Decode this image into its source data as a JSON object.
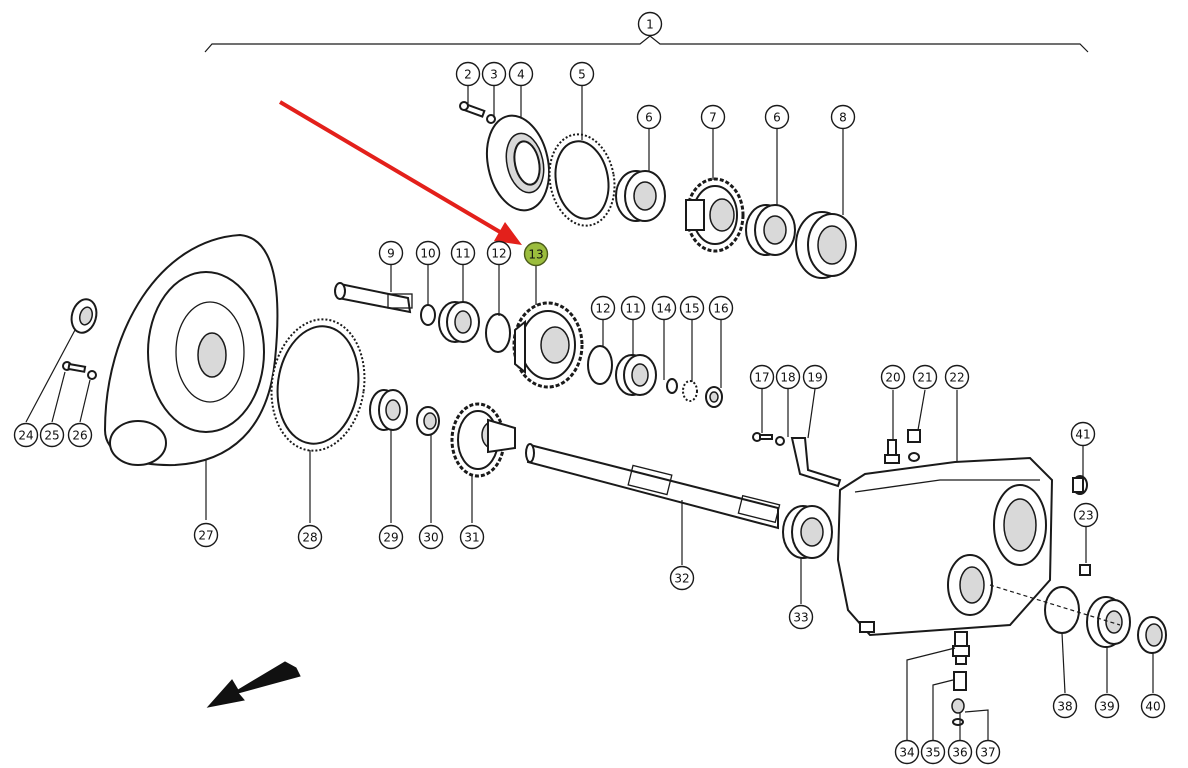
{
  "diagram": {
    "highlight_color": "#9bbd3d",
    "arrow_color": "#e3201b",
    "highlighted_part": "13",
    "callouts": [
      {
        "id": "c1",
        "label": "1"
      },
      {
        "id": "c2",
        "label": "2"
      },
      {
        "id": "c3",
        "label": "3"
      },
      {
        "id": "c4",
        "label": "4"
      },
      {
        "id": "c5",
        "label": "5"
      },
      {
        "id": "c6a",
        "label": "6"
      },
      {
        "id": "c7",
        "label": "7"
      },
      {
        "id": "c6b",
        "label": "6"
      },
      {
        "id": "c8",
        "label": "8"
      },
      {
        "id": "c9",
        "label": "9"
      },
      {
        "id": "c10",
        "label": "10"
      },
      {
        "id": "c11a",
        "label": "11"
      },
      {
        "id": "c12a",
        "label": "12"
      },
      {
        "id": "c13",
        "label": "13"
      },
      {
        "id": "c12b",
        "label": "12"
      },
      {
        "id": "c11b",
        "label": "11"
      },
      {
        "id": "c14",
        "label": "14"
      },
      {
        "id": "c15",
        "label": "15"
      },
      {
        "id": "c16",
        "label": "16"
      },
      {
        "id": "c17",
        "label": "17"
      },
      {
        "id": "c18",
        "label": "18"
      },
      {
        "id": "c19",
        "label": "19"
      },
      {
        "id": "c20",
        "label": "20"
      },
      {
        "id": "c21",
        "label": "21"
      },
      {
        "id": "c22",
        "label": "22"
      },
      {
        "id": "c41",
        "label": "41"
      },
      {
        "id": "c23",
        "label": "23"
      },
      {
        "id": "c24",
        "label": "24"
      },
      {
        "id": "c25",
        "label": "25"
      },
      {
        "id": "c26",
        "label": "26"
      },
      {
        "id": "c27",
        "label": "27"
      },
      {
        "id": "c28",
        "label": "28"
      },
      {
        "id": "c29",
        "label": "29"
      },
      {
        "id": "c30",
        "label": "30"
      },
      {
        "id": "c31",
        "label": "31"
      },
      {
        "id": "c32",
        "label": "32"
      },
      {
        "id": "c33",
        "label": "33"
      },
      {
        "id": "c34",
        "label": "34"
      },
      {
        "id": "c35",
        "label": "35"
      },
      {
        "id": "c36",
        "label": "36"
      },
      {
        "id": "c37",
        "label": "37"
      },
      {
        "id": "c38",
        "label": "38"
      },
      {
        "id": "c39",
        "label": "39"
      },
      {
        "id": "c40",
        "label": "40"
      }
    ]
  }
}
